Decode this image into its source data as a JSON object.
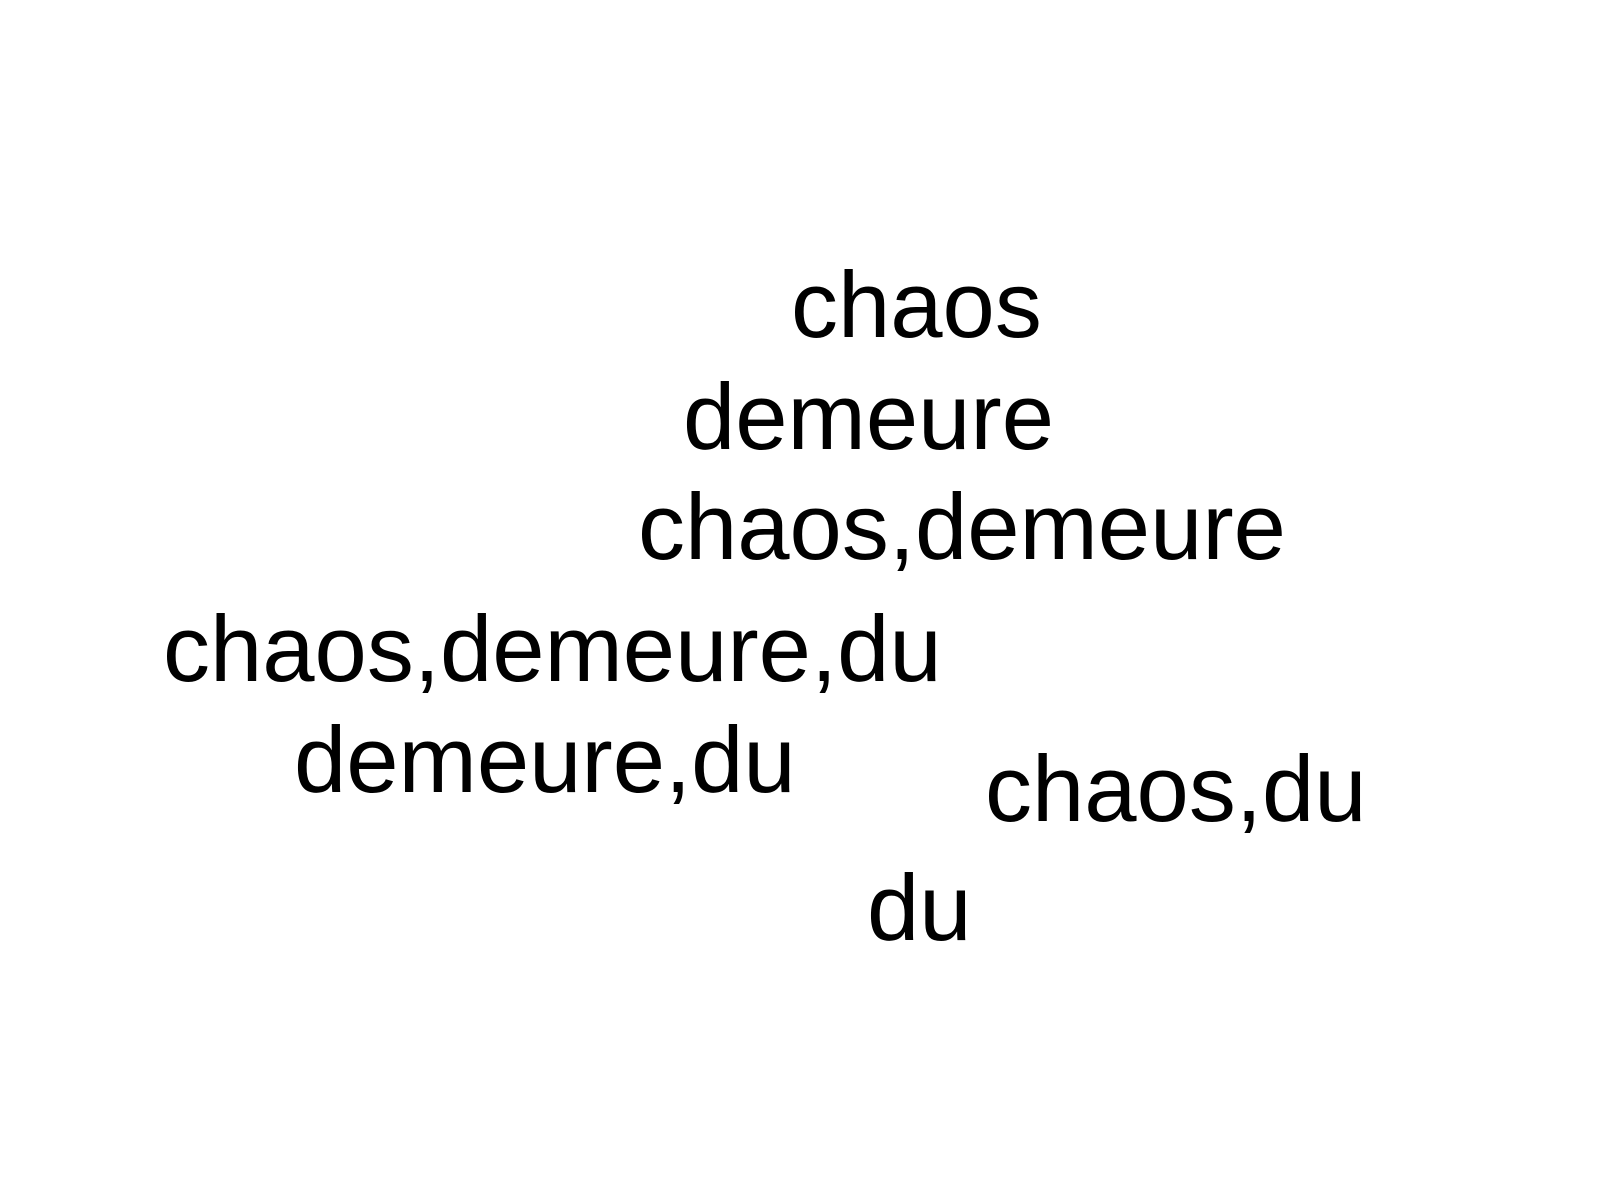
{
  "labels": [
    "chaos",
    "demeure",
    "chaos,demeure",
    "chaos,demeure,du",
    "demeure,du",
    "chaos,du",
    "du"
  ]
}
